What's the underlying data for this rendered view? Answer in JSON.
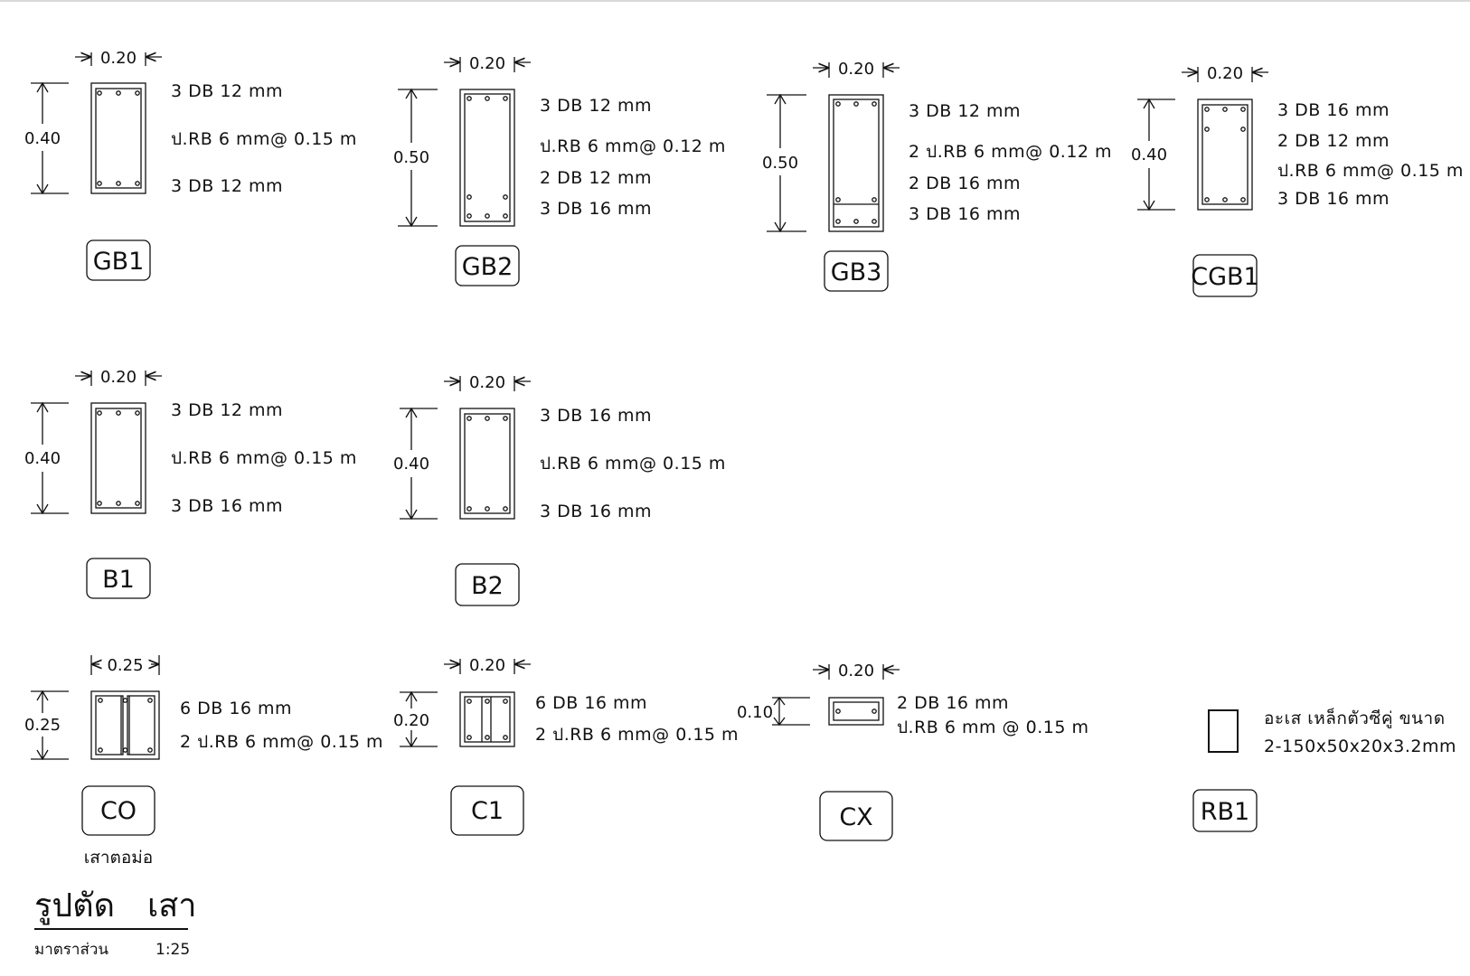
{
  "sections": [
    {
      "tag": "GB1",
      "width_label": "0.20",
      "height_label": "0.40",
      "notes": [
        "3 DB 12 mm",
        "ป.RB 6 mm@ 0.15 m",
        "3 DB 12 mm"
      ]
    },
    {
      "tag": "GB2",
      "width_label": "0.20",
      "height_label": "0.50",
      "notes": [
        "3 DB 12 mm",
        "ป.RB 6 mm@ 0.12 m",
        "2 DB 12 mm",
        "3 DB 16 mm"
      ]
    },
    {
      "tag": "GB3",
      "width_label": "0.20",
      "height_label": "0.50",
      "notes": [
        "3 DB 12 mm",
        "2 ป.RB 6 mm@ 0.12 m",
        "2 DB 16 mm",
        "3 DB 16 mm"
      ]
    },
    {
      "tag": "CGB1",
      "width_label": "0.20",
      "height_label": "0.40",
      "notes": [
        "3 DB 16 mm",
        "2 DB 12 mm",
        "ป.RB 6 mm@ 0.15 m",
        "3 DB 16 mm"
      ]
    },
    {
      "tag": "B1",
      "width_label": "0.20",
      "height_label": "0.40",
      "notes": [
        "3 DB 12 mm",
        "ป.RB 6 mm@ 0.15 m",
        "3 DB 16 mm"
      ]
    },
    {
      "tag": "B2",
      "width_label": "0.20",
      "height_label": "0.40",
      "notes": [
        "3 DB 16 mm",
        "ป.RB 6 mm@ 0.15 m",
        "3 DB 16 mm"
      ]
    },
    {
      "tag": "CO",
      "caption": "เสาตอม่อ",
      "width_label": "0.25",
      "height_label": "0.25",
      "notes": [
        "6 DB 16 mm",
        "2 ป.RB 6 mm@ 0.15 m"
      ]
    },
    {
      "tag": "C1",
      "width_label": "0.20",
      "height_label": "0.20",
      "notes": [
        "6 DB 16 mm",
        "2 ป.RB 6 mm@ 0.15 m"
      ]
    },
    {
      "tag": "CX",
      "width_label": "0.20",
      "height_label": "0.10",
      "notes": [
        "2 DB 16 mm",
        "ป.RB 6 mm @ 0.15 m"
      ]
    },
    {
      "tag": "RB1",
      "notes": [
        "อะเส เหล็กตัวซีคู่ ขนาด",
        "2-150x50x20x3.2mm"
      ]
    }
  ],
  "title": {
    "part1": "รูปตัด",
    "part2": "เสา",
    "scale_label": "มาตราส่วน",
    "scale_value": "1:25"
  }
}
